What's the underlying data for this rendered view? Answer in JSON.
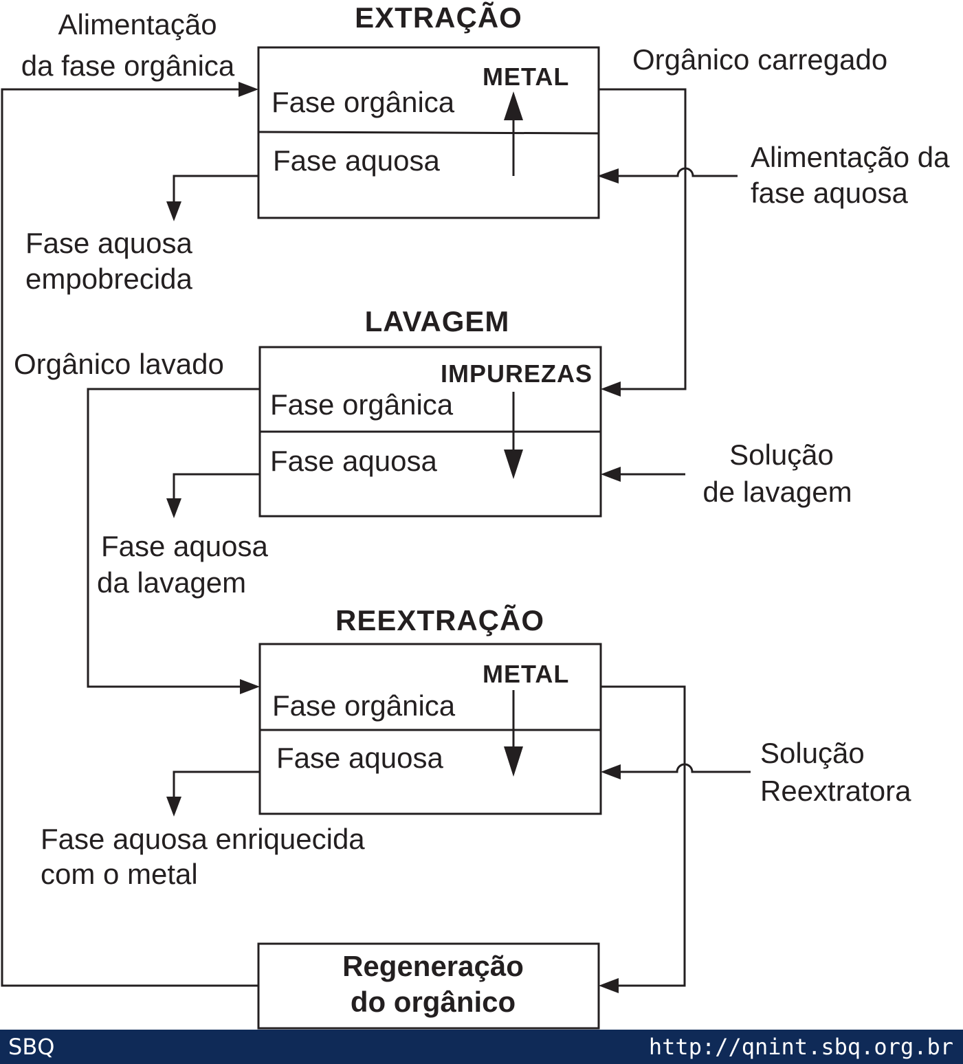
{
  "extracao": {
    "title": "EXTRAÇÃO",
    "tag": "METAL",
    "fase_organica": "Fase orgânica",
    "fase_aquosa": "Fase aquosa"
  },
  "lavagem": {
    "title": "LAVAGEM",
    "tag": "IMPUREZAS",
    "fase_organica": "Fase orgânica",
    "fase_aquosa": "Fase aquosa"
  },
  "reextracao": {
    "title": "REEXTRAÇÃO",
    "tag": "METAL",
    "fase_organica": "Fase orgânica",
    "fase_aquosa": "Fase aquosa"
  },
  "regeneracao": {
    "line1": "Regeneração",
    "line2": "do orgânico"
  },
  "labels": {
    "alimentacao_organica": [
      "Alimentação",
      "da fase orgânica"
    ],
    "organico_carregado": "Orgânico carregado",
    "alimentacao_aquosa": [
      "Alimentação da",
      "fase aquosa"
    ],
    "aquosa_empobrecida": [
      "Fase aquosa",
      "empobrecida"
    ],
    "organico_lavado": "Orgânico lavado",
    "solucao_lavagem": [
      "Solução",
      "de lavagem"
    ],
    "aquosa_lavagem": [
      "Fase aquosa",
      "da lavagem"
    ],
    "solucao_reextratora": [
      "Solução",
      "Reextratora"
    ],
    "aquosa_enriquecida": [
      "Fase aquosa enriquecida",
      "com o metal"
    ]
  },
  "footer": {
    "left": "SBQ",
    "right": "http://qnint.sbq.org.br"
  },
  "colors": {
    "ink": "#231f20",
    "footer_bg": "#0f2a57",
    "footer_text": "#ffffff"
  }
}
